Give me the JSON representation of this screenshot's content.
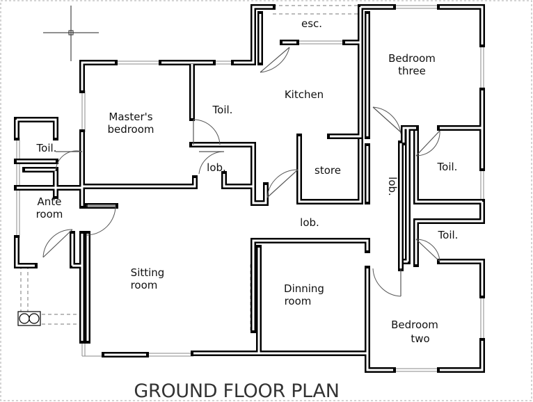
{
  "title": "GROUND FLOOR PLAN",
  "rooms": {
    "esc": "esc.",
    "bedroom_three": [
      "Bedroom",
      "three"
    ],
    "kitchen": "Kitchen",
    "masters_bedroom": [
      "Master's",
      "bedroom"
    ],
    "toil_master": "Toil.",
    "toil_ante": "Toil.",
    "lob_master": "lob.",
    "store": "store",
    "lob_vertical": "lob.",
    "toil_bed3": "Toil.",
    "ante_room": [
      "Ante",
      "room"
    ],
    "lob_center": "lob.",
    "toil_bed2": "Toil.",
    "sitting_room": [
      "Sitting",
      "room"
    ],
    "dinning_room": [
      "Dinning",
      "room"
    ],
    "bedroom_two": [
      "Bedroom",
      "two"
    ]
  }
}
